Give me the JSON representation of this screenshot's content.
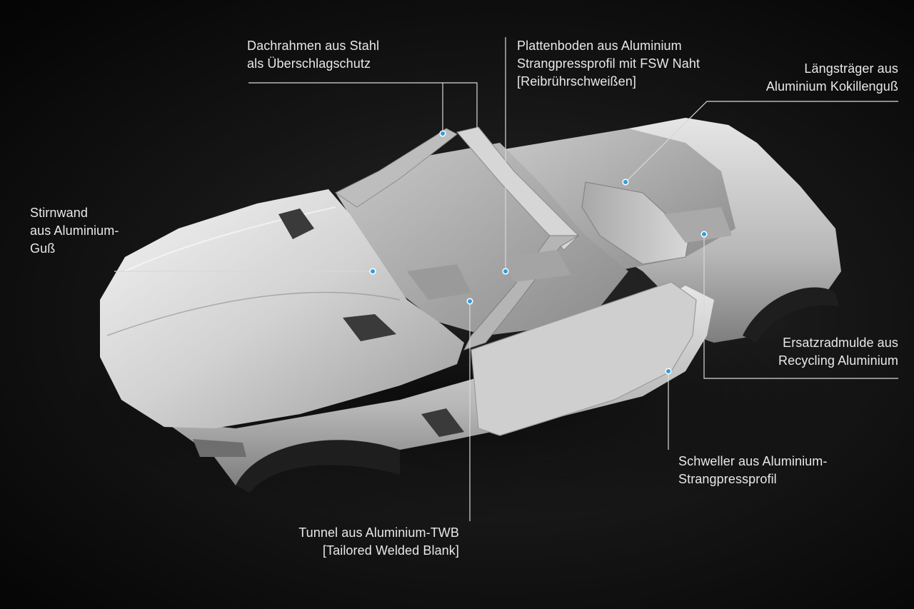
{
  "labels": {
    "dachrahmen": [
      "Dachrahmen aus Stahl",
      "als Überschlagschutz"
    ],
    "plattenboden": [
      "Plattenboden aus Aluminium",
      "Strangpressprofil mit FSW Naht",
      "[Reibrührschweißen]"
    ],
    "laengstraeger": [
      "Längsträger aus",
      "Aluminium Kokillenguß"
    ],
    "stirnwand": [
      "Stirnwand",
      "aus Aluminium-",
      "Guß"
    ],
    "ersatzradmulde": [
      "Ersatzradmulde aus",
      "Recycling Aluminium"
    ],
    "schweller": [
      "Schweller aus Aluminium-",
      "Strangpressprofil"
    ],
    "tunnel": [
      "Tunnel aus Aluminium-TWB",
      "[Tailored Welded Blank]"
    ]
  },
  "colors": {
    "background": "#0a0a0a",
    "marker": "#2f9fe0",
    "leader": "#d8d8d8",
    "text": "#e8e8e8"
  }
}
